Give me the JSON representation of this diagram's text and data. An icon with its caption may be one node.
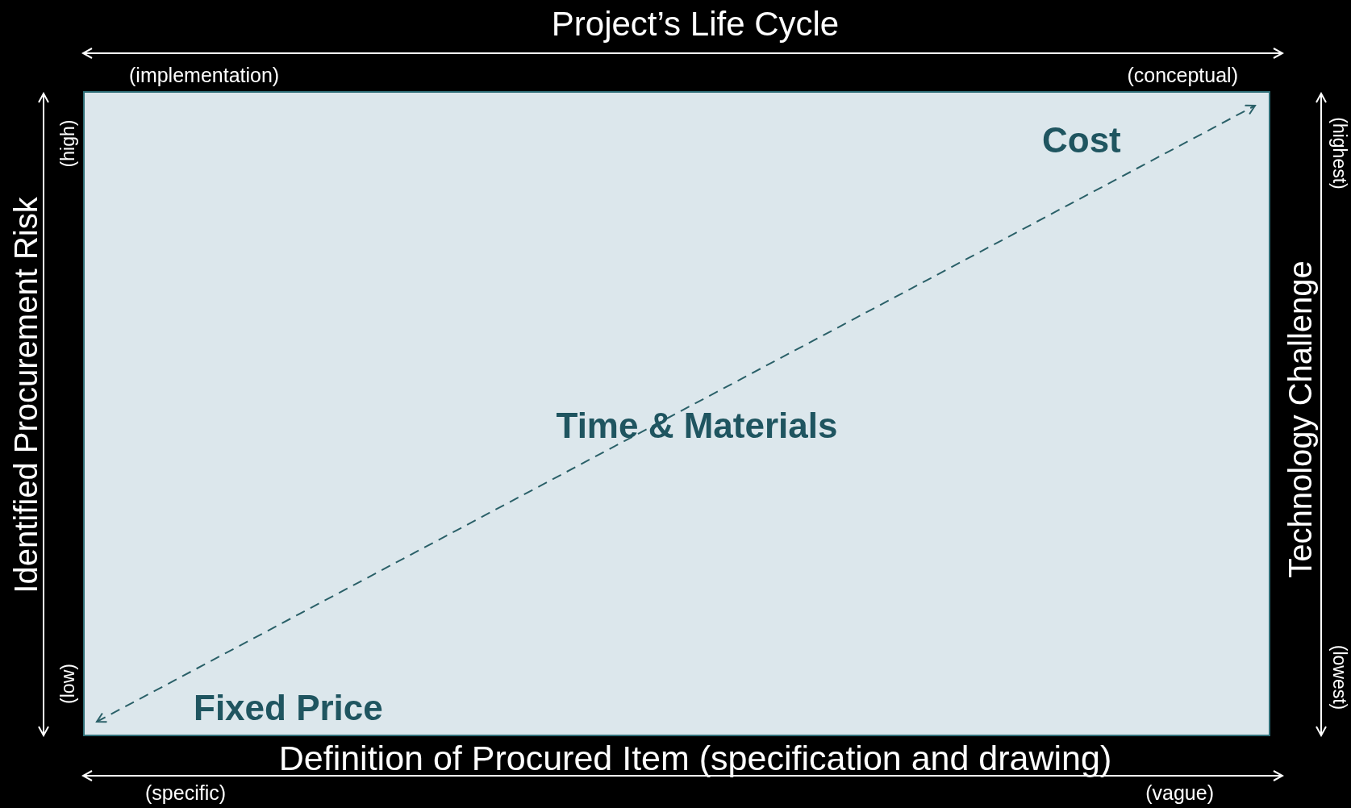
{
  "diagram": {
    "title": "Project’s Life Cycle",
    "nodes": [
      {
        "text": [
          "Cost",
          "Time & Materials",
          "Fixed Price"
        ]
      }
    ],
    "labels": [
      "(implementation)",
      "(conceptual)",
      "Identified Procurement Risk",
      "(high)",
      "(low)",
      "Technology Challenge",
      "(highest)",
      "(lowest)",
      "Definition of Procured Item (specification and drawing)",
      "(specific)",
      "(vague)"
    ]
  }
}
